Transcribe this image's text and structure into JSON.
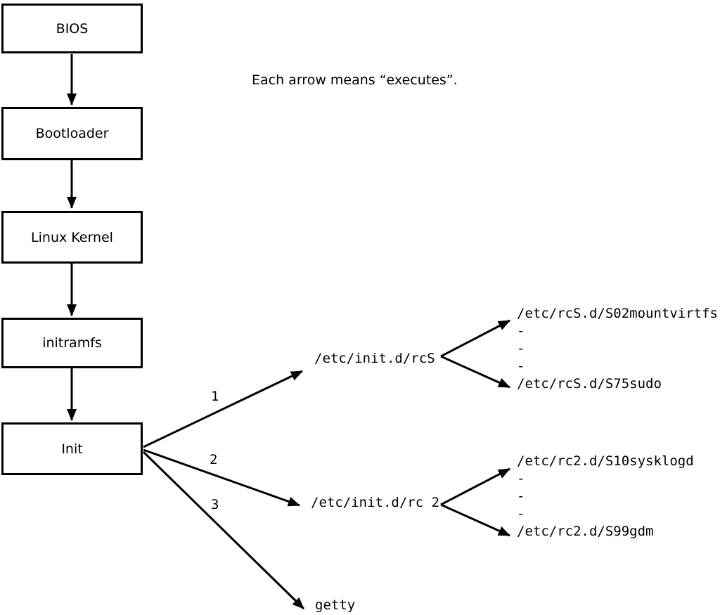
{
  "caption": "Each arrow means “executes”.",
  "flow": {
    "boxes": [
      {
        "label": "BIOS"
      },
      {
        "label": "Bootloader"
      },
      {
        "label": "Linux Kernel"
      },
      {
        "label": "initramfs"
      },
      {
        "label": "Init"
      }
    ]
  },
  "branches": [
    {
      "number": "1",
      "command": "/etc/init.d/rcS",
      "scripts": [
        "/etc/rcS.d/S02mountvirtfs",
        "-",
        "-",
        "-",
        "/etc/rcS.d/S75sudo"
      ]
    },
    {
      "number": "2",
      "command": "/etc/init.d/rc 2",
      "scripts": [
        "/etc/rc2.d/S10sysklogd",
        "-",
        "-",
        "-",
        "/etc/rc2.d/S99gdm"
      ]
    },
    {
      "number": "3",
      "command": "getty",
      "scripts": []
    }
  ],
  "colors": {
    "line": "#000000",
    "background": "#ffffff",
    "box_fill": "#ffffff"
  }
}
